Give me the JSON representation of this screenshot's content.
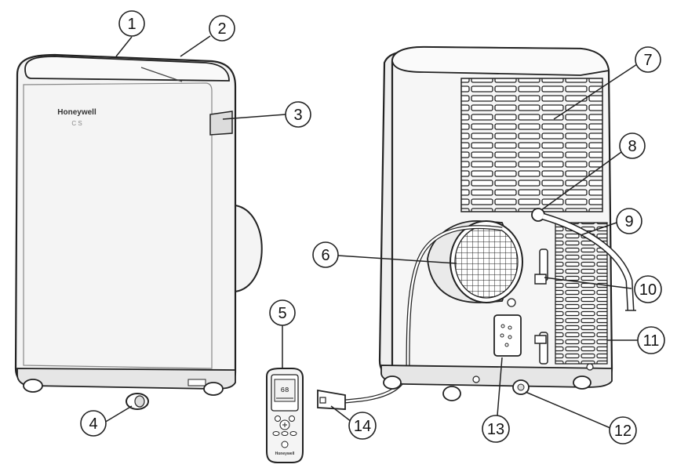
{
  "brand_label": "Honeywell",
  "front_panel_mark": "C S",
  "remote": {
    "display_value": "68",
    "brand_label": "Honeywell"
  },
  "callouts": [
    {
      "id": "1"
    },
    {
      "id": "2"
    },
    {
      "id": "3"
    },
    {
      "id": "4"
    },
    {
      "id": "5"
    },
    {
      "id": "6"
    },
    {
      "id": "7"
    },
    {
      "id": "8"
    },
    {
      "id": "9"
    },
    {
      "id": "10"
    },
    {
      "id": "11"
    },
    {
      "id": "12"
    },
    {
      "id": "13"
    },
    {
      "id": "14"
    }
  ]
}
